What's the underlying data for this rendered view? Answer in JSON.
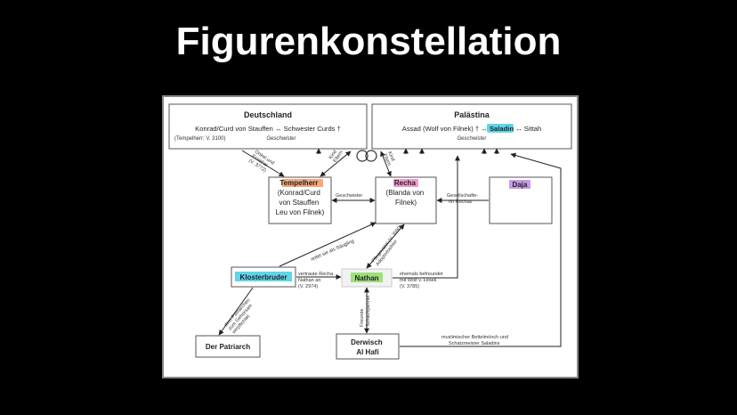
{
  "slide": {
    "title": "Figurenkonstellation"
  },
  "regions": {
    "deutschland": {
      "heading": "Deutschland",
      "line1": "Konrad/Curd von Stauffen ↔ Schwester Curds †",
      "line2": "(Tempelherr; V. 3100)",
      "line3": "Geschwister"
    },
    "palaestina": {
      "heading": "Palästina",
      "line1_pre": "Assad (Wolf von Filnek) † ↔ ",
      "line1_hl": "Saladin",
      "line1_post": " ↔ Sittah",
      "line2": "Geschwister"
    }
  },
  "nodes": {
    "tempelherr": {
      "lines": [
        "Tempelherr",
        "(Konrad/Curd",
        "von Stauffen",
        "Leu von Filnek)"
      ]
    },
    "recha": {
      "lines": [
        "Recha",
        "(Blanda von",
        "Filnek)"
      ]
    },
    "daja": {
      "lines": [
        "Daja"
      ]
    },
    "klosterbruder": {
      "lines": [
        "Klosterbruder"
      ]
    },
    "nathan": {
      "lines": [
        "Nathan"
      ]
    },
    "patriarch": {
      "lines": [
        "Der Patriarch"
      ]
    },
    "derwisch": {
      "lines": [
        "Derwisch",
        "Al Hafi"
      ]
    }
  },
  "edge_labels": {
    "onkel": [
      "Onkel und",
      "Erzieher",
      "(V. 3772)"
    ],
    "kind_eltern_1": [
      "Kind",
      "Eltern"
    ],
    "kind_eltern_2": [
      "Kind",
      "Eltern"
    ],
    "geschwister": "Geschwister",
    "gesellschafterin": [
      "Gesellschafte-",
      "rin Rechas"
    ],
    "rettet": "rettet sie als Säugling",
    "pflegevater": [
      "Pflegevater (V. 3090)",
      "Adoptivtochter"
    ],
    "vertraute": [
      "vertraute Recha",
      "Nathan an",
      "(V. 2974)"
    ],
    "befreundet": [
      "ehemals befreundet",
      "mit Wolf v. Filnek",
      "(V. 3785)"
    ],
    "patriarch_edge": [
      "dem Patriarchen",
      "zum Gehorsam",
      "verpflichtet"
    ],
    "freunde": [
      "Freunde",
      "Schachpartner"
    ],
    "muslimisch": [
      "muslimischer Bettelmönch und",
      "Schatzmeister Saladins"
    ]
  },
  "colors": {
    "tempelherr_hl": "#f5a97c",
    "recha_hl": "#f29bd0",
    "daja_hl": "#c79be8",
    "saladin_hl": "#5fd6e8",
    "klosterbruder_hl": "#5fd6e8",
    "nathan_hl": "#9ee07a"
  }
}
